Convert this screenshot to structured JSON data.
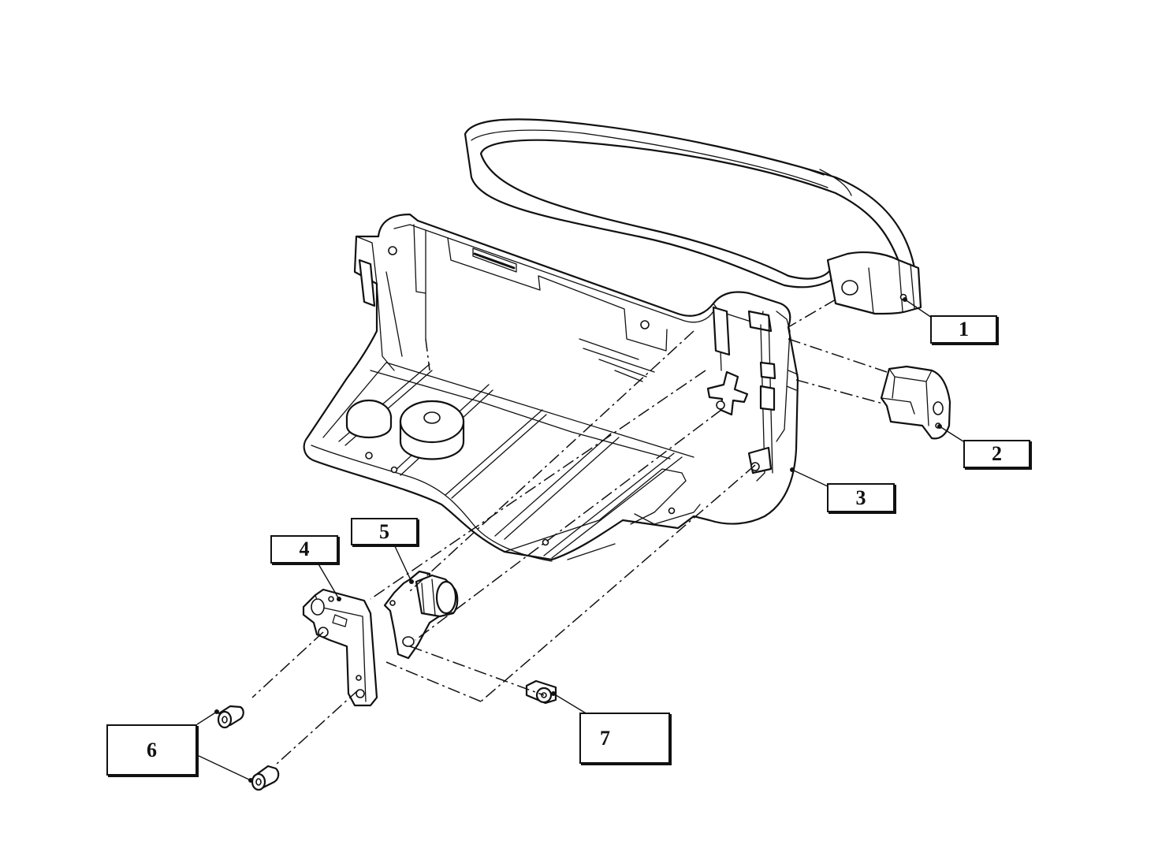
{
  "callouts": [
    {
      "id": "1",
      "label": "1"
    },
    {
      "id": "2",
      "label": "2"
    },
    {
      "id": "3",
      "label": "3"
    },
    {
      "id": "4",
      "label": "4"
    },
    {
      "id": "5",
      "label": "5"
    },
    {
      "id": "6",
      "label": "6"
    },
    {
      "id": "7",
      "label": "7"
    }
  ],
  "parts": [
    {
      "callout": "1",
      "icon": "strap-icon"
    },
    {
      "callout": "2",
      "icon": "strap-clip-icon"
    },
    {
      "callout": "3",
      "icon": "housing-icon"
    },
    {
      "callout": "4",
      "icon": "bracket-icon"
    },
    {
      "callout": "5",
      "icon": "switch-icon"
    },
    {
      "callout": "6",
      "icon": "screw-icon"
    },
    {
      "callout": "7",
      "icon": "screw-icon"
    }
  ],
  "colors": {
    "line": "#111111",
    "background": "#ffffff"
  }
}
